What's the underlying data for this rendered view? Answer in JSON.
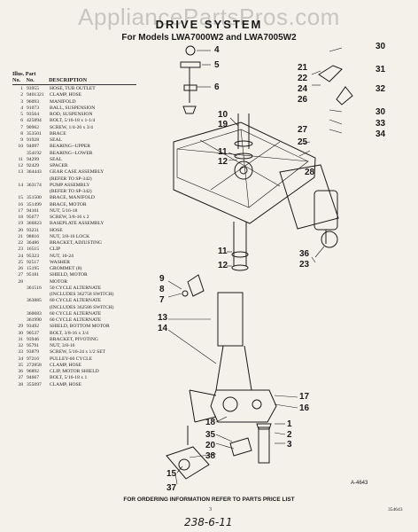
{
  "watermark": "AppliancePartsPros.com",
  "title": "DRIVE SYSTEM",
  "subtitle": "For Models LWA7000W2 and LWA7005W2",
  "table_header": {
    "col1": "Illus. Part",
    "col1b": "No.",
    "col2": "No.",
    "col3": "DESCRIPTION"
  },
  "parts": [
    {
      "i": "1",
      "p": "93955",
      "d": "HOSE, TUB OUTLET"
    },
    {
      "i": "2",
      "p": "9401321",
      "d": "CLAMP, HOSE"
    },
    {
      "i": "3",
      "p": "96093",
      "d": "MANIFOLD"
    },
    {
      "i": "4",
      "p": "91073",
      "d": "BALL, SUSPENSION"
    },
    {
      "i": "5",
      "p": "93564",
      "d": "ROD, SUSPENSION"
    },
    {
      "i": "6",
      "p": "425894",
      "d": "BOLT, 5/16-18 x 1-1/4"
    },
    {
      "i": "7",
      "p": "90962",
      "d": "SCREW, 1/4-20 x 3/4"
    },
    {
      "i": "8",
      "p": "353501",
      "d": "BRACE"
    },
    {
      "i": "9",
      "p": "91928",
      "d": "SEAL"
    },
    {
      "i": "10",
      "p": "94097",
      "d": "BEARING--UPPER"
    },
    {
      "i": "",
      "p": "354192",
      "d": "BEARING--LOWER"
    },
    {
      "i": "11",
      "p": "94299",
      "d": "SEAL"
    },
    {
      "i": "12",
      "p": "92429",
      "d": "SPACER"
    },
    {
      "i": "13",
      "p": "364443",
      "d": "GEAR CASE ASSEMBLY"
    },
    {
      "i": "",
      "p": "",
      "d": "(REFER TO SP-342)"
    },
    {
      "i": "14",
      "p": "363174",
      "d": "PUMP ASSEMBLY"
    },
    {
      "i": "",
      "p": "",
      "d": "(REFER TO SP-342)"
    },
    {
      "i": "15",
      "p": "351500",
      "d": "BRACE, MANIFOLD"
    },
    {
      "i": "16",
      "p": "351499",
      "d": "BRACE, MOTOR"
    },
    {
      "i": "17",
      "p": "94101",
      "d": "NUT, 5/16-18"
    },
    {
      "i": "18",
      "p": "95677",
      "d": "SCREW, 3/8-16 x 2"
    },
    {
      "i": "19",
      "p": "366823",
      "d": "BASEPLATE ASSEMBLY"
    },
    {
      "i": "20",
      "p": "93231",
      "d": "HOSE"
    },
    {
      "i": "21",
      "p": "98816",
      "d": "NUT, 3/8-16 LOCK"
    },
    {
      "i": "22",
      "p": "36486",
      "d": "BRACKET, ADJUSTING"
    },
    {
      "i": "23",
      "p": "16515",
      "d": "CLIP"
    },
    {
      "i": "24",
      "p": "95323",
      "d": "NUT, 10-24"
    },
    {
      "i": "25",
      "p": "92517",
      "d": "WASHER"
    },
    {
      "i": "26",
      "p": "15195",
      "d": "GROMMET (8)"
    },
    {
      "i": "27",
      "p": "95181",
      "d": "SHIELD, MOTOR"
    },
    {
      "i": "28",
      "p": "",
      "d": "MOTOR"
    },
    {
      "i": "",
      "p": "361516",
      "d": "50 CYCLE ALTERNATE"
    },
    {
      "i": "",
      "p": "",
      "d": "(INCLUDES 362758 SWITCH)"
    },
    {
      "i": "",
      "p": "363885",
      "d": "60 CYCLE ALTERNATE"
    },
    {
      "i": "",
      "p": "",
      "d": "(INCLUDES 362586 SWITCH)"
    },
    {
      "i": "",
      "p": "360683",
      "d": "60 CYCLE ALTERNATE"
    },
    {
      "i": "",
      "p": "361990",
      "d": "60 CYCLE ALTERNATE"
    },
    {
      "i": "29",
      "p": "93492",
      "d": "SHIELD, BOTTOM MOTOR"
    },
    {
      "i": "30",
      "p": "90537",
      "d": "BOLT, 3/8-16 x 3/4"
    },
    {
      "i": "31",
      "p": "93946",
      "d": "BRACKET, PIVOTING"
    },
    {
      "i": "32",
      "p": "95791",
      "d": "NUT, 3/8-16"
    },
    {
      "i": "33",
      "p": "93879",
      "d": "SCREW, 5/16-24 x 1/2 SET"
    },
    {
      "i": "34",
      "p": "97216",
      "d": "PULLEY-60 CYCLE"
    },
    {
      "i": "35",
      "p": "272858",
      "d": "CLAMP, HOSE"
    },
    {
      "i": "36",
      "p": "96892",
      "d": "CLIP, MOTOR SHIELD"
    },
    {
      "i": "37",
      "p": "94667",
      "d": "BOLT, 5/16-18 x 1"
    },
    {
      "i": "38",
      "p": "355097",
      "d": "CLAMP, HOSE"
    }
  ],
  "callouts": {
    "c4": "4",
    "c5": "5",
    "c6": "6",
    "c10": "10",
    "c19a": "19",
    "c11a": "11",
    "c12a": "12",
    "c30a": "30",
    "c21": "21",
    "c22": "22",
    "c24": "24",
    "c26": "26",
    "c31": "31",
    "c32": "32",
    "c30b": "30",
    "c33": "33",
    "c34": "34",
    "c27": "27",
    "c25": "25",
    "c28": "28",
    "c36": "36",
    "c23": "23",
    "c11b": "11",
    "c12b": "12",
    "c9": "9",
    "c8": "8",
    "c7": "7",
    "c13": "13",
    "c14": "14",
    "c17": "17",
    "c16": "16",
    "c18": "18",
    "c35": "35",
    "c20": "20",
    "c38": "38",
    "c15": "15",
    "c37": "37",
    "c1": "1",
    "c2": "2",
    "c3": "3"
  },
  "figure_number": "A-4643",
  "footer": "FOR ORDERING INFORMATION REFER TO PARTS PRICE LIST",
  "page_number": "3",
  "catalog_number": "354643",
  "handwritten": "238-6-11",
  "colors": {
    "ink": "#1a1a1a",
    "paper": "#f4f1ea",
    "watermark": "#a0a0a0"
  }
}
